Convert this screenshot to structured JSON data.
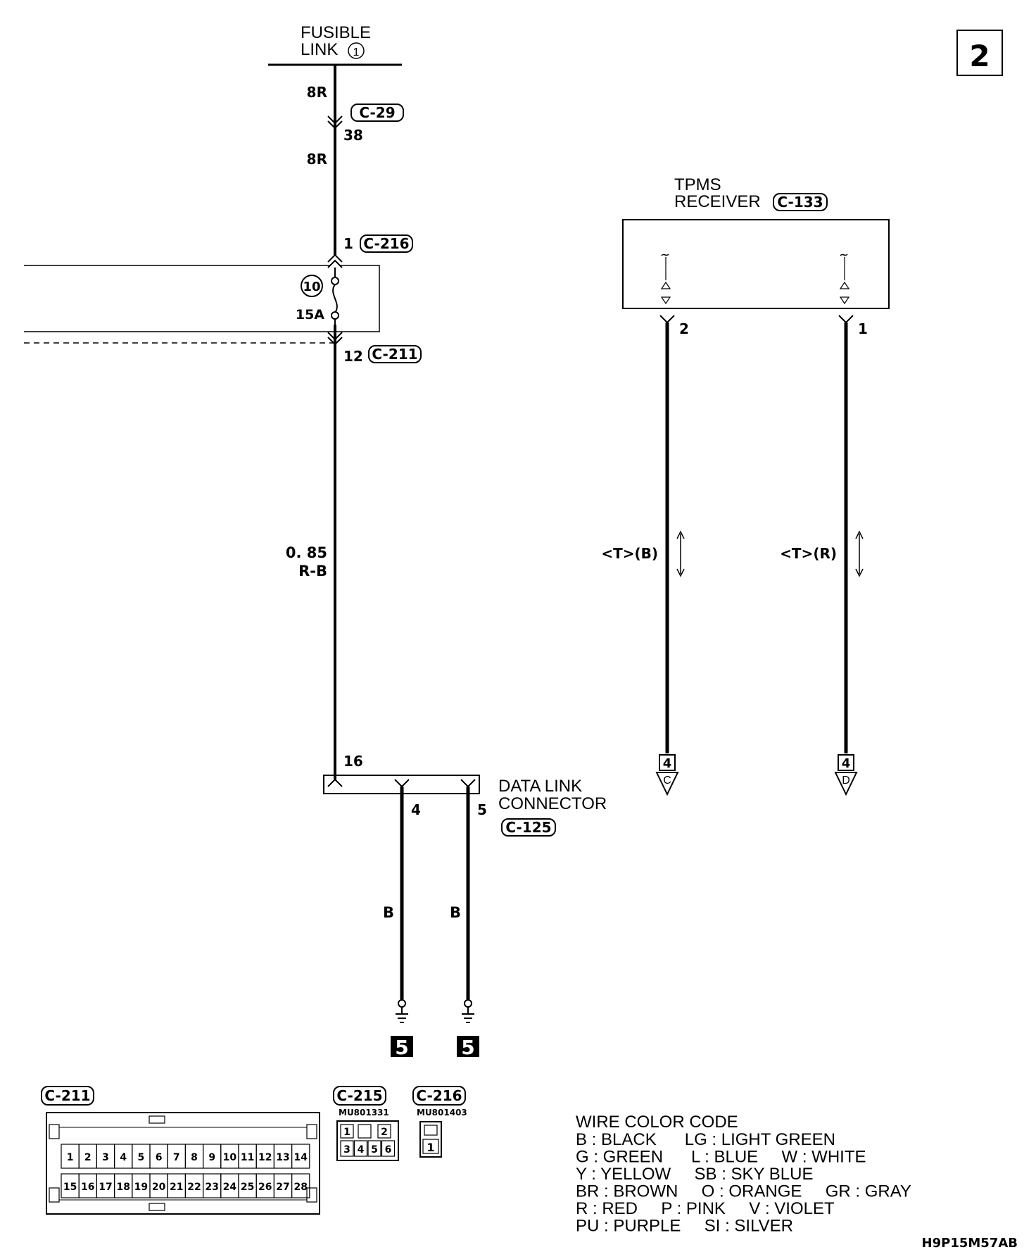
{
  "page_number": "2",
  "fusible_link": {
    "line1": "FUSIBLE",
    "line2": "LINK",
    "number": "1"
  },
  "main_wire": {
    "color_top": "8R",
    "connector_c29": "C-29",
    "pin_38": "38",
    "color_mid": "8R",
    "pin_1": "1",
    "connector_c216": "C-216",
    "fuse_number": "10",
    "fuse_rating": "15A",
    "pin_12": "12",
    "connector_c211": "C-211",
    "wire_size": "0. 85",
    "wire_color": "R-B",
    "pin_16": "16"
  },
  "tpms_receiver": {
    "line1": "TPMS",
    "line2": "RECEIVER",
    "connector": "C-133",
    "pin_left": "2",
    "pin_right": "1",
    "wire_left_label": "<T>(B)",
    "wire_right_label": "<T>(R)",
    "to_left_page": "4",
    "to_left_letter": "C",
    "to_right_page": "4",
    "to_right_letter": "D"
  },
  "data_link_connector": {
    "line1": "DATA LINK",
    "line2": "CONNECTOR",
    "connector": "C-125",
    "pin_4": "4",
    "pin_5": "5",
    "wire_4_color": "B",
    "wire_5_color": "B",
    "ground_4": "5",
    "ground_5": "5"
  },
  "connector_views": {
    "c211": {
      "label": "C-211",
      "row1": [
        "1",
        "2",
        "3",
        "4",
        "5",
        "6",
        "7",
        "8",
        "9",
        "10",
        "11",
        "12",
        "13",
        "14"
      ],
      "row2": [
        "15",
        "16",
        "17",
        "18",
        "19",
        "20",
        "21",
        "22",
        "23",
        "24",
        "25",
        "26",
        "27",
        "28"
      ]
    },
    "c215": {
      "label": "C-215",
      "part": "MU801331",
      "row1": [
        "1",
        "",
        "2"
      ],
      "row2": [
        "3",
        "4",
        "5",
        "6"
      ]
    },
    "c216": {
      "label": "C-216",
      "part": "MU801403",
      "pin": "1"
    }
  },
  "wire_color_code": {
    "title": "WIRE COLOR CODE",
    "lines": [
      "B : BLACK      LG : LIGHT GREEN",
      "G : GREEN      L : BLUE     W : WHITE",
      "Y : YELLOW     SB : SKY BLUE",
      "BR : BROWN     O : ORANGE     GR : GRAY",
      "R : RED     P : PINK     V : VIOLET",
      "PU : PURPLE     SI : SILVER"
    ]
  },
  "drawing_code": "H9P15M57AB"
}
